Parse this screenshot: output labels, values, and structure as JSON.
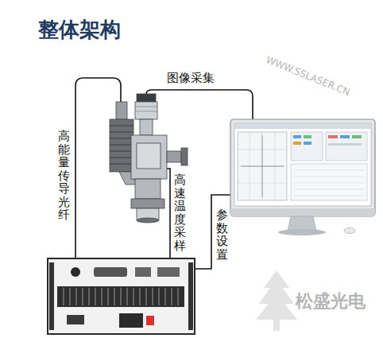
{
  "diagram": {
    "title": "整体架构",
    "labels": [
      "高能量传导光纤",
      "图像采集",
      "高速温度采样",
      "参数设置",
      "WWW.SSLASER.CN",
      "松盛光电"
    ]
  }
}
